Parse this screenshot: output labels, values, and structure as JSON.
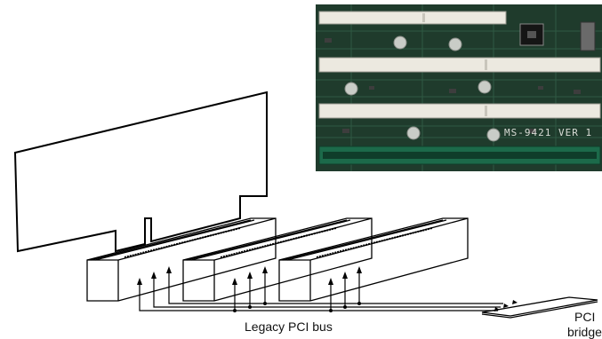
{
  "labels": {
    "bus": "Legacy PCI bus",
    "bridge_line1": "PCI",
    "bridge_line2": "bridge"
  },
  "photo": {
    "board_marking": "MS-9421 VER 1"
  },
  "colors": {
    "board": "#1f3b2c",
    "slot_white": "#ece9e0",
    "slot_green": "#1c6a4a",
    "line": "#000000"
  }
}
